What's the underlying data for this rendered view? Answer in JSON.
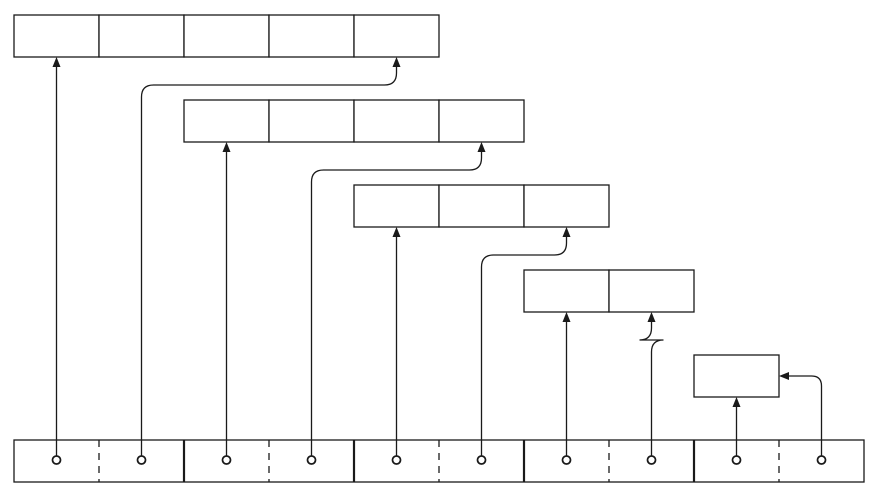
{
  "diagram": {
    "kind": "pointer-array-to-decreasing-arrays",
    "base_array": {
      "pairs": 5,
      "slots_per_pair": 2
    },
    "target_arrays": [
      {
        "cells": 5
      },
      {
        "cells": 4
      },
      {
        "cells": 3
      },
      {
        "cells": 2
      },
      {
        "cells": 1
      }
    ]
  }
}
